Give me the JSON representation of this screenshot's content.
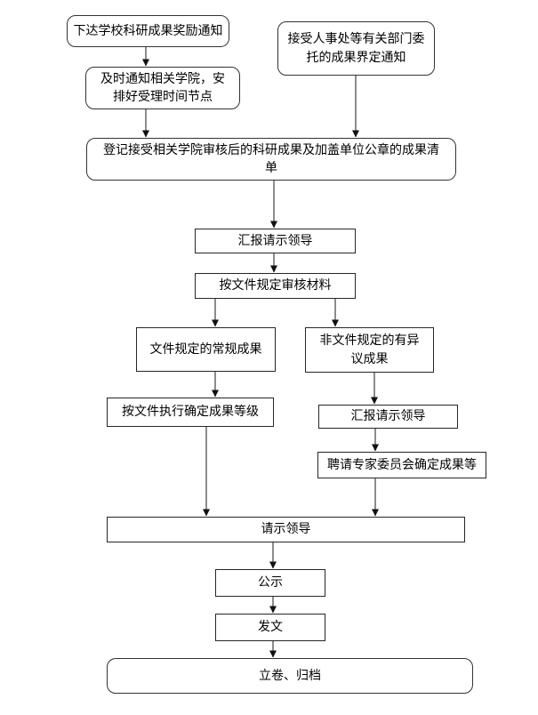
{
  "diagram": {
    "type": "flowchart",
    "language": "zh-CN",
    "background_color": "#ffffff",
    "box_border_color": "#262626",
    "connector_color": "#3f3f3f",
    "arrowhead_color": "#111111",
    "nodes": [
      {
        "id": "issue-award-notice",
        "shape": "rounded",
        "label": "下达学校科研成果奖励通知"
      },
      {
        "id": "accept-delegated-notice",
        "shape": "rounded",
        "label": "接受人事处等有关部门委托的成果界定通知"
      },
      {
        "id": "notify-colleges",
        "shape": "rounded",
        "label": "及时通知相关学院，安排好受理时间节点"
      },
      {
        "id": "register-results",
        "shape": "rounded",
        "label": "登记接受相关学院审核后的科研成果及加盖单位公章的成果清单"
      },
      {
        "id": "report-to-leaders-1",
        "shape": "rect",
        "label": "汇报请示领导"
      },
      {
        "id": "review-materials",
        "shape": "rect",
        "label": "按文件规定审核材料"
      },
      {
        "id": "regular-results",
        "shape": "rect",
        "label": "文件规定的常规成果"
      },
      {
        "id": "disputed-results",
        "shape": "rect",
        "label": "非文件规定的有异议成果"
      },
      {
        "id": "determine-grade-by-policy",
        "shape": "rect",
        "label": "按文件执行确定成果等级"
      },
      {
        "id": "report-to-leaders-2",
        "shape": "rect",
        "label": "汇报请示领导"
      },
      {
        "id": "expert-committee",
        "shape": "rect",
        "label": "聘请专家委员会确定成果等"
      },
      {
        "id": "request-leaders",
        "shape": "rect",
        "label": "请示领导"
      },
      {
        "id": "public-notice",
        "shape": "rect",
        "label": "公示"
      },
      {
        "id": "issue-document",
        "shape": "rect",
        "label": "发文"
      },
      {
        "id": "archive",
        "shape": "rounded",
        "label": "立卷、归档"
      }
    ],
    "edges": [
      {
        "from": "issue-award-notice",
        "to": "notify-colleges"
      },
      {
        "from": "notify-colleges",
        "to": "register-results"
      },
      {
        "from": "accept-delegated-notice",
        "to": "register-results"
      },
      {
        "from": "register-results",
        "to": "report-to-leaders-1"
      },
      {
        "from": "report-to-leaders-1",
        "to": "review-materials"
      },
      {
        "from": "review-materials",
        "to": "regular-results"
      },
      {
        "from": "review-materials",
        "to": "disputed-results"
      },
      {
        "from": "regular-results",
        "to": "determine-grade-by-policy"
      },
      {
        "from": "disputed-results",
        "to": "report-to-leaders-2"
      },
      {
        "from": "report-to-leaders-2",
        "to": "expert-committee"
      },
      {
        "from": "determine-grade-by-policy",
        "to": "request-leaders"
      },
      {
        "from": "expert-committee",
        "to": "request-leaders"
      },
      {
        "from": "request-leaders",
        "to": "public-notice"
      },
      {
        "from": "public-notice",
        "to": "issue-document"
      },
      {
        "from": "issue-document",
        "to": "archive"
      }
    ]
  }
}
